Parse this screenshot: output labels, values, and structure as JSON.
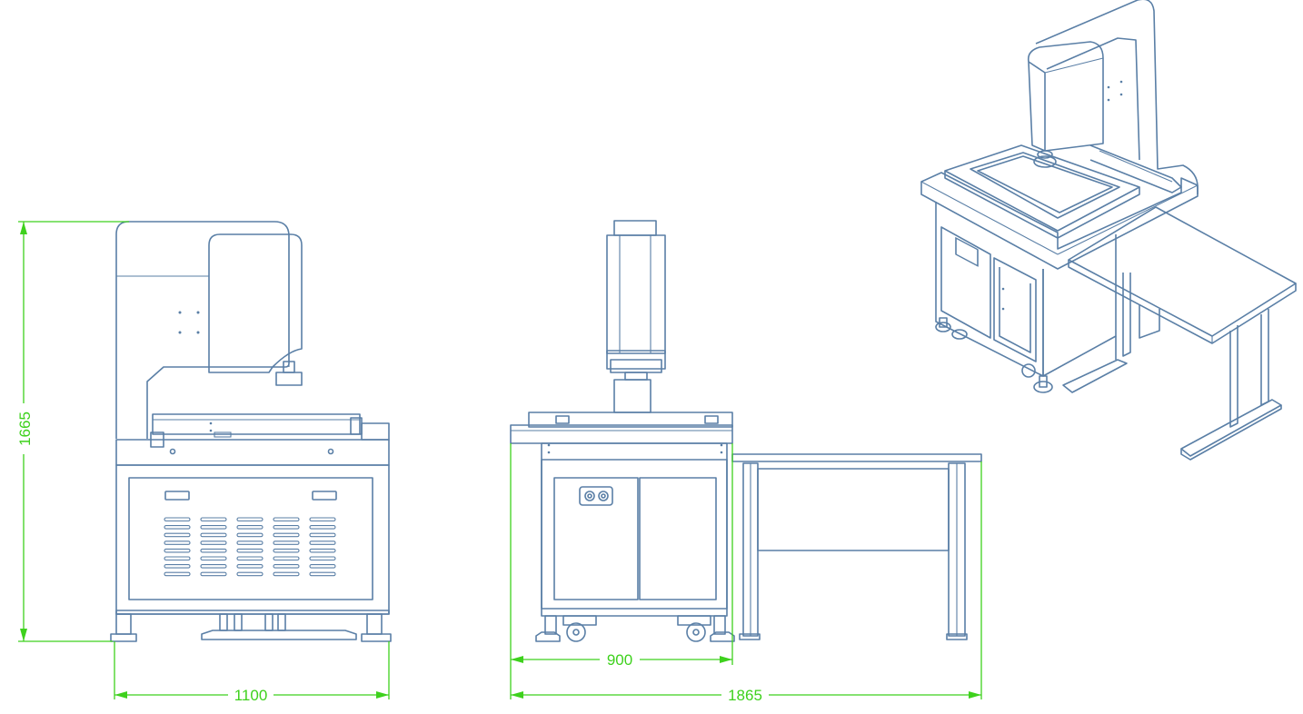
{
  "dimensions": {
    "height": "1665",
    "width_front": "1100",
    "width_side_cabinet": "900",
    "width_side_total": "1865"
  },
  "colors": {
    "machine_line": "#5a7fa6",
    "dimension_line": "#3ed11d",
    "background": "#ffffff"
  }
}
